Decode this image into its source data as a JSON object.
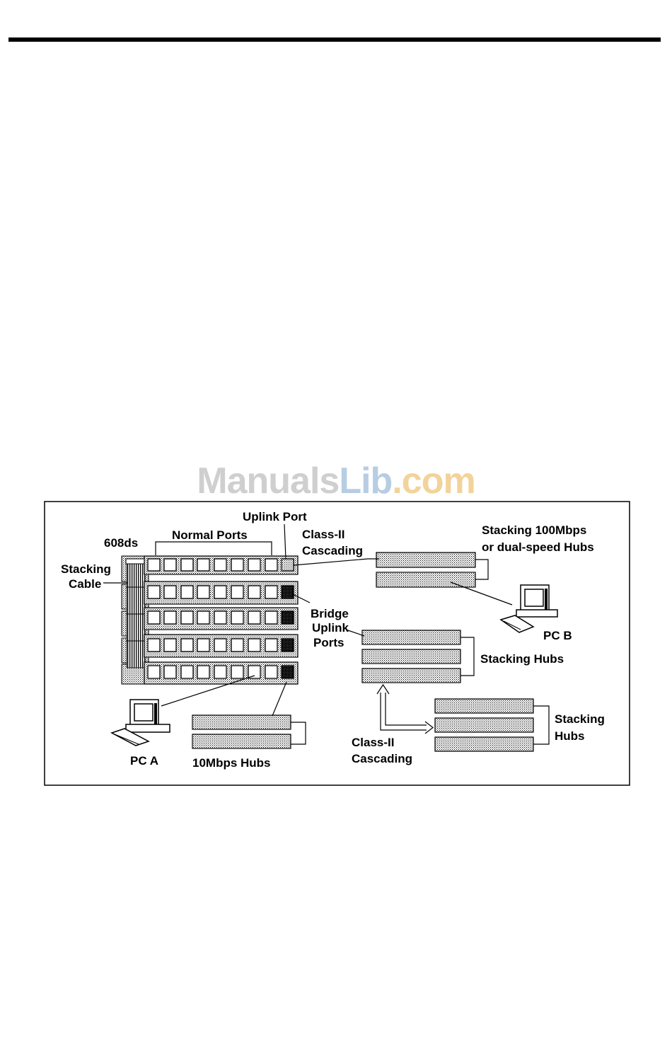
{
  "watermark": {
    "part1": "Manuals",
    "part2": "Lib",
    "part3": ".com"
  },
  "labels": {
    "uplink_port": "Uplink Port",
    "normal_ports": "Normal Ports",
    "model": "608ds",
    "stacking_cable_1": "Stacking",
    "stacking_cable_2": "Cable",
    "class2_top_1": "Class-II",
    "class2_top_2": "Cascading",
    "stacking_100_1": "Stacking 100Mbps",
    "stacking_100_2": "or dual-speed Hubs",
    "bridge_1": "Bridge",
    "bridge_2": "Uplink",
    "bridge_3": "Ports",
    "pc_b": "PC B",
    "stacking_hubs_mid": "Stacking Hubs",
    "stacking_hubs_low_1": "Stacking",
    "stacking_hubs_low_2": "Hubs",
    "pc_a": "PC A",
    "hubs_10": "10Mbps Hubs",
    "class2_bottom_1": "Class-II",
    "class2_bottom_2": "Cascading"
  },
  "colors": {
    "line": "#000000",
    "watermark_gray": "#cfcfcf",
    "watermark_blue": "#b7cde3",
    "watermark_orange": "#f2d39a"
  }
}
